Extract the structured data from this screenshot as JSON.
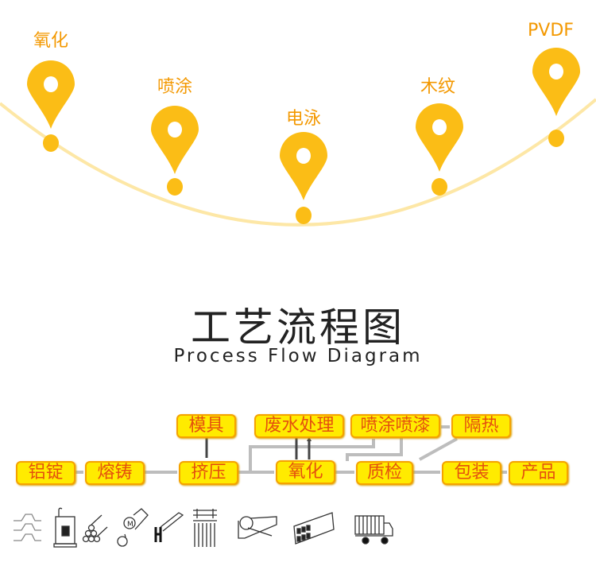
{
  "timeline": {
    "line_color": "#fde7a6",
    "pin_color": "#fbbd16",
    "label_color": "#f39800",
    "stops": [
      {
        "label": "氧化",
        "pin_icon": "map-pin-icon"
      },
      {
        "label": "喷涂",
        "pin_icon": "map-pin-icon"
      },
      {
        "label": "电泳",
        "pin_icon": "map-pin-icon"
      },
      {
        "label": "木纹",
        "pin_icon": "map-pin-icon"
      },
      {
        "label": "PVDF",
        "pin_icon": "map-pin-icon"
      }
    ]
  },
  "heading": {
    "title": "工艺流程图",
    "subtitle": "Process Flow Diagram"
  },
  "flow": {
    "box_fill": "#ffeb00",
    "box_border": "#f5a200",
    "text_color": "#e4500e",
    "steps": {
      "ingot": "铝锭",
      "casting": "熔铸",
      "extrusion": "挤压",
      "mold": "模具",
      "wastewater": "废水处理",
      "spraying": "喷涂喷漆",
      "insulation": "隔热",
      "anodizing": "氧化",
      "inspection": "质检",
      "packaging": "包装",
      "product": "产品"
    }
  },
  "icons": [
    "ingot-icon",
    "furnace-icon",
    "billets-icon",
    "extrusion-die-icon",
    "profile-icon",
    "anodizing-tank-icon",
    "inspection-icon",
    "insulated-profile-icon",
    "truck-icon"
  ]
}
